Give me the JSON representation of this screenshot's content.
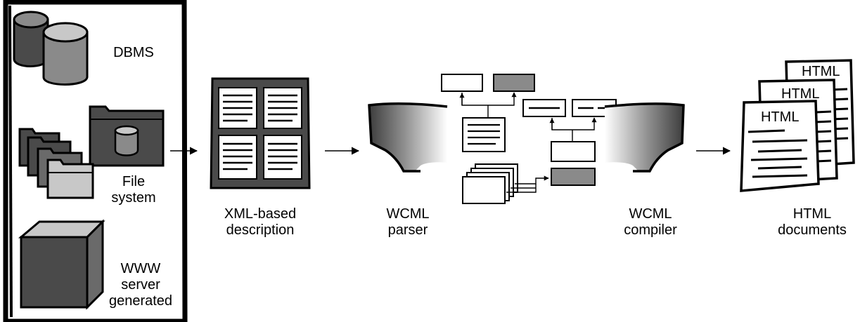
{
  "sources": {
    "dbms_label": "DBMS",
    "file_label_line1": "File",
    "file_label_line2": "system",
    "www_label_line1": "WWW",
    "www_label_line2": "server",
    "www_label_line3": "generated"
  },
  "xml": {
    "label_line1": "XML-based",
    "label_line2": "description"
  },
  "parser": {
    "label_line1": "WCML",
    "label_line2": "parser"
  },
  "compiler": {
    "label_line1": "WCML",
    "label_line2": "compiler"
  },
  "output": {
    "page_tag_back": "HTML",
    "page_tag_middle": "HTML",
    "page_tag_front": "HTML",
    "label_line1": "HTML",
    "label_line2": "documents"
  },
  "icons": {
    "dbms": "database-cylinders-icon",
    "file_system": "folder-stack-icon",
    "www_server": "server-cube-icon",
    "xml_document": "xml-document-icon",
    "parser": "parser-funnel-icon",
    "compiler": "compiler-funnel-icon",
    "html_pages": "html-pages-icon"
  },
  "colors": {
    "ink": "#000000",
    "dark_gray": "#4a4a4a",
    "mid_gray": "#8a8a8a",
    "light_gray": "#c8c8c8",
    "paper": "#ffffff"
  }
}
